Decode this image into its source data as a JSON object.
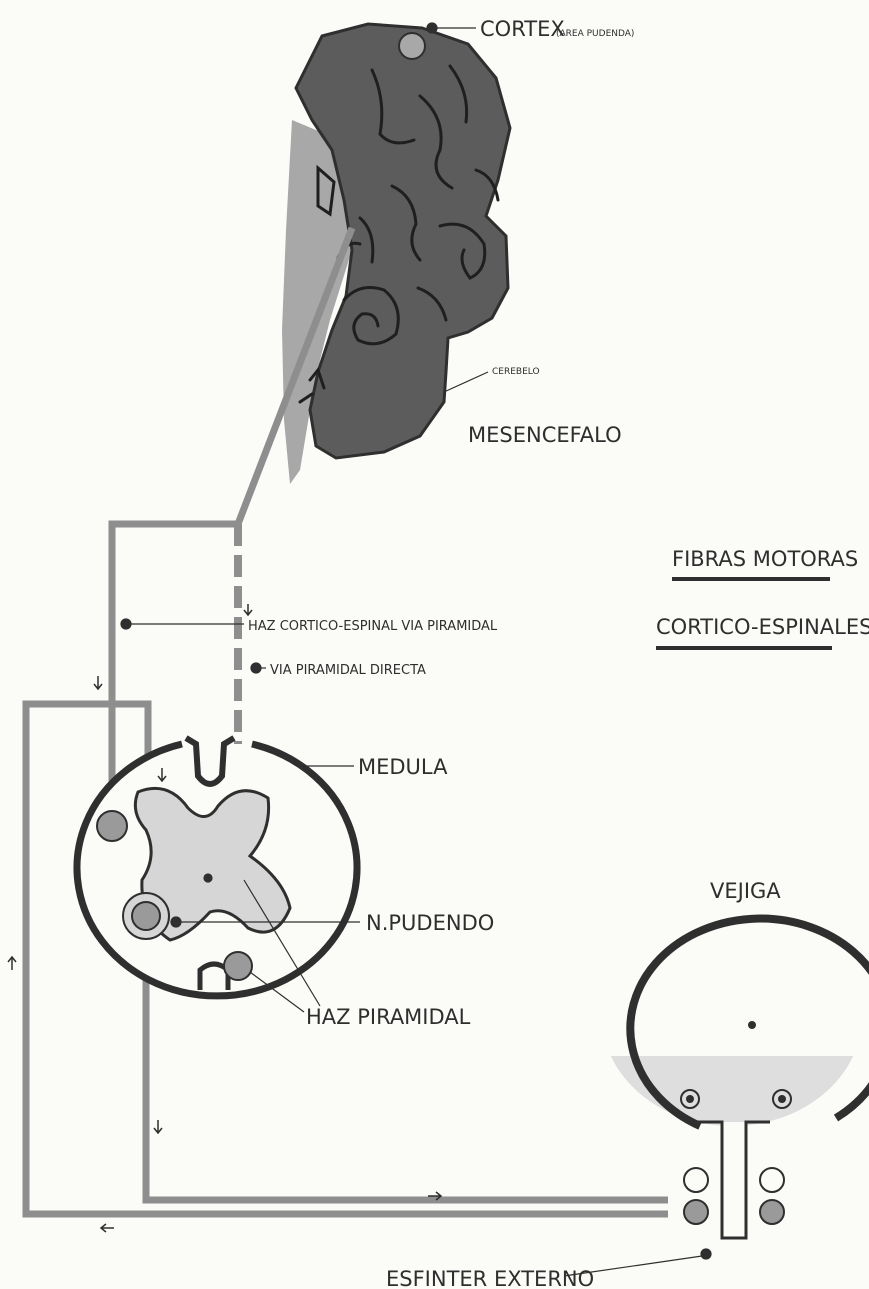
{
  "labels": {
    "cortex": "CORTEX",
    "cortex_area": "(AREA PUDENDA)",
    "cerebelo": "CEREBELO",
    "mesencefalo": "MESENCEFALO",
    "title_line1": "FIBRAS MOTORAS",
    "title_line2": "CORTICO-ESPINALES",
    "haz_cortico": "HAZ CORTICO-ESPINAL VIA PIRAMIDAL",
    "via_directa": "VIA PIRAMIDAL DIRECTA",
    "medula": "MEDULA",
    "n_pudendo": "N.PUDENDO",
    "haz_piramidal": "HAZ PIRAMIDAL",
    "vejiga": "VEJIGA",
    "esfinter": "ESFINTER EXTERNO"
  },
  "colors": {
    "brain": "#5c5c5c",
    "brainstem": "#a8a8a8",
    "tract": "#8e8e8e",
    "outline": "#2f2f2f",
    "gray_matter": "#d6d6d6",
    "urine": "#dedede",
    "nucleus": "#9a9a9a"
  }
}
